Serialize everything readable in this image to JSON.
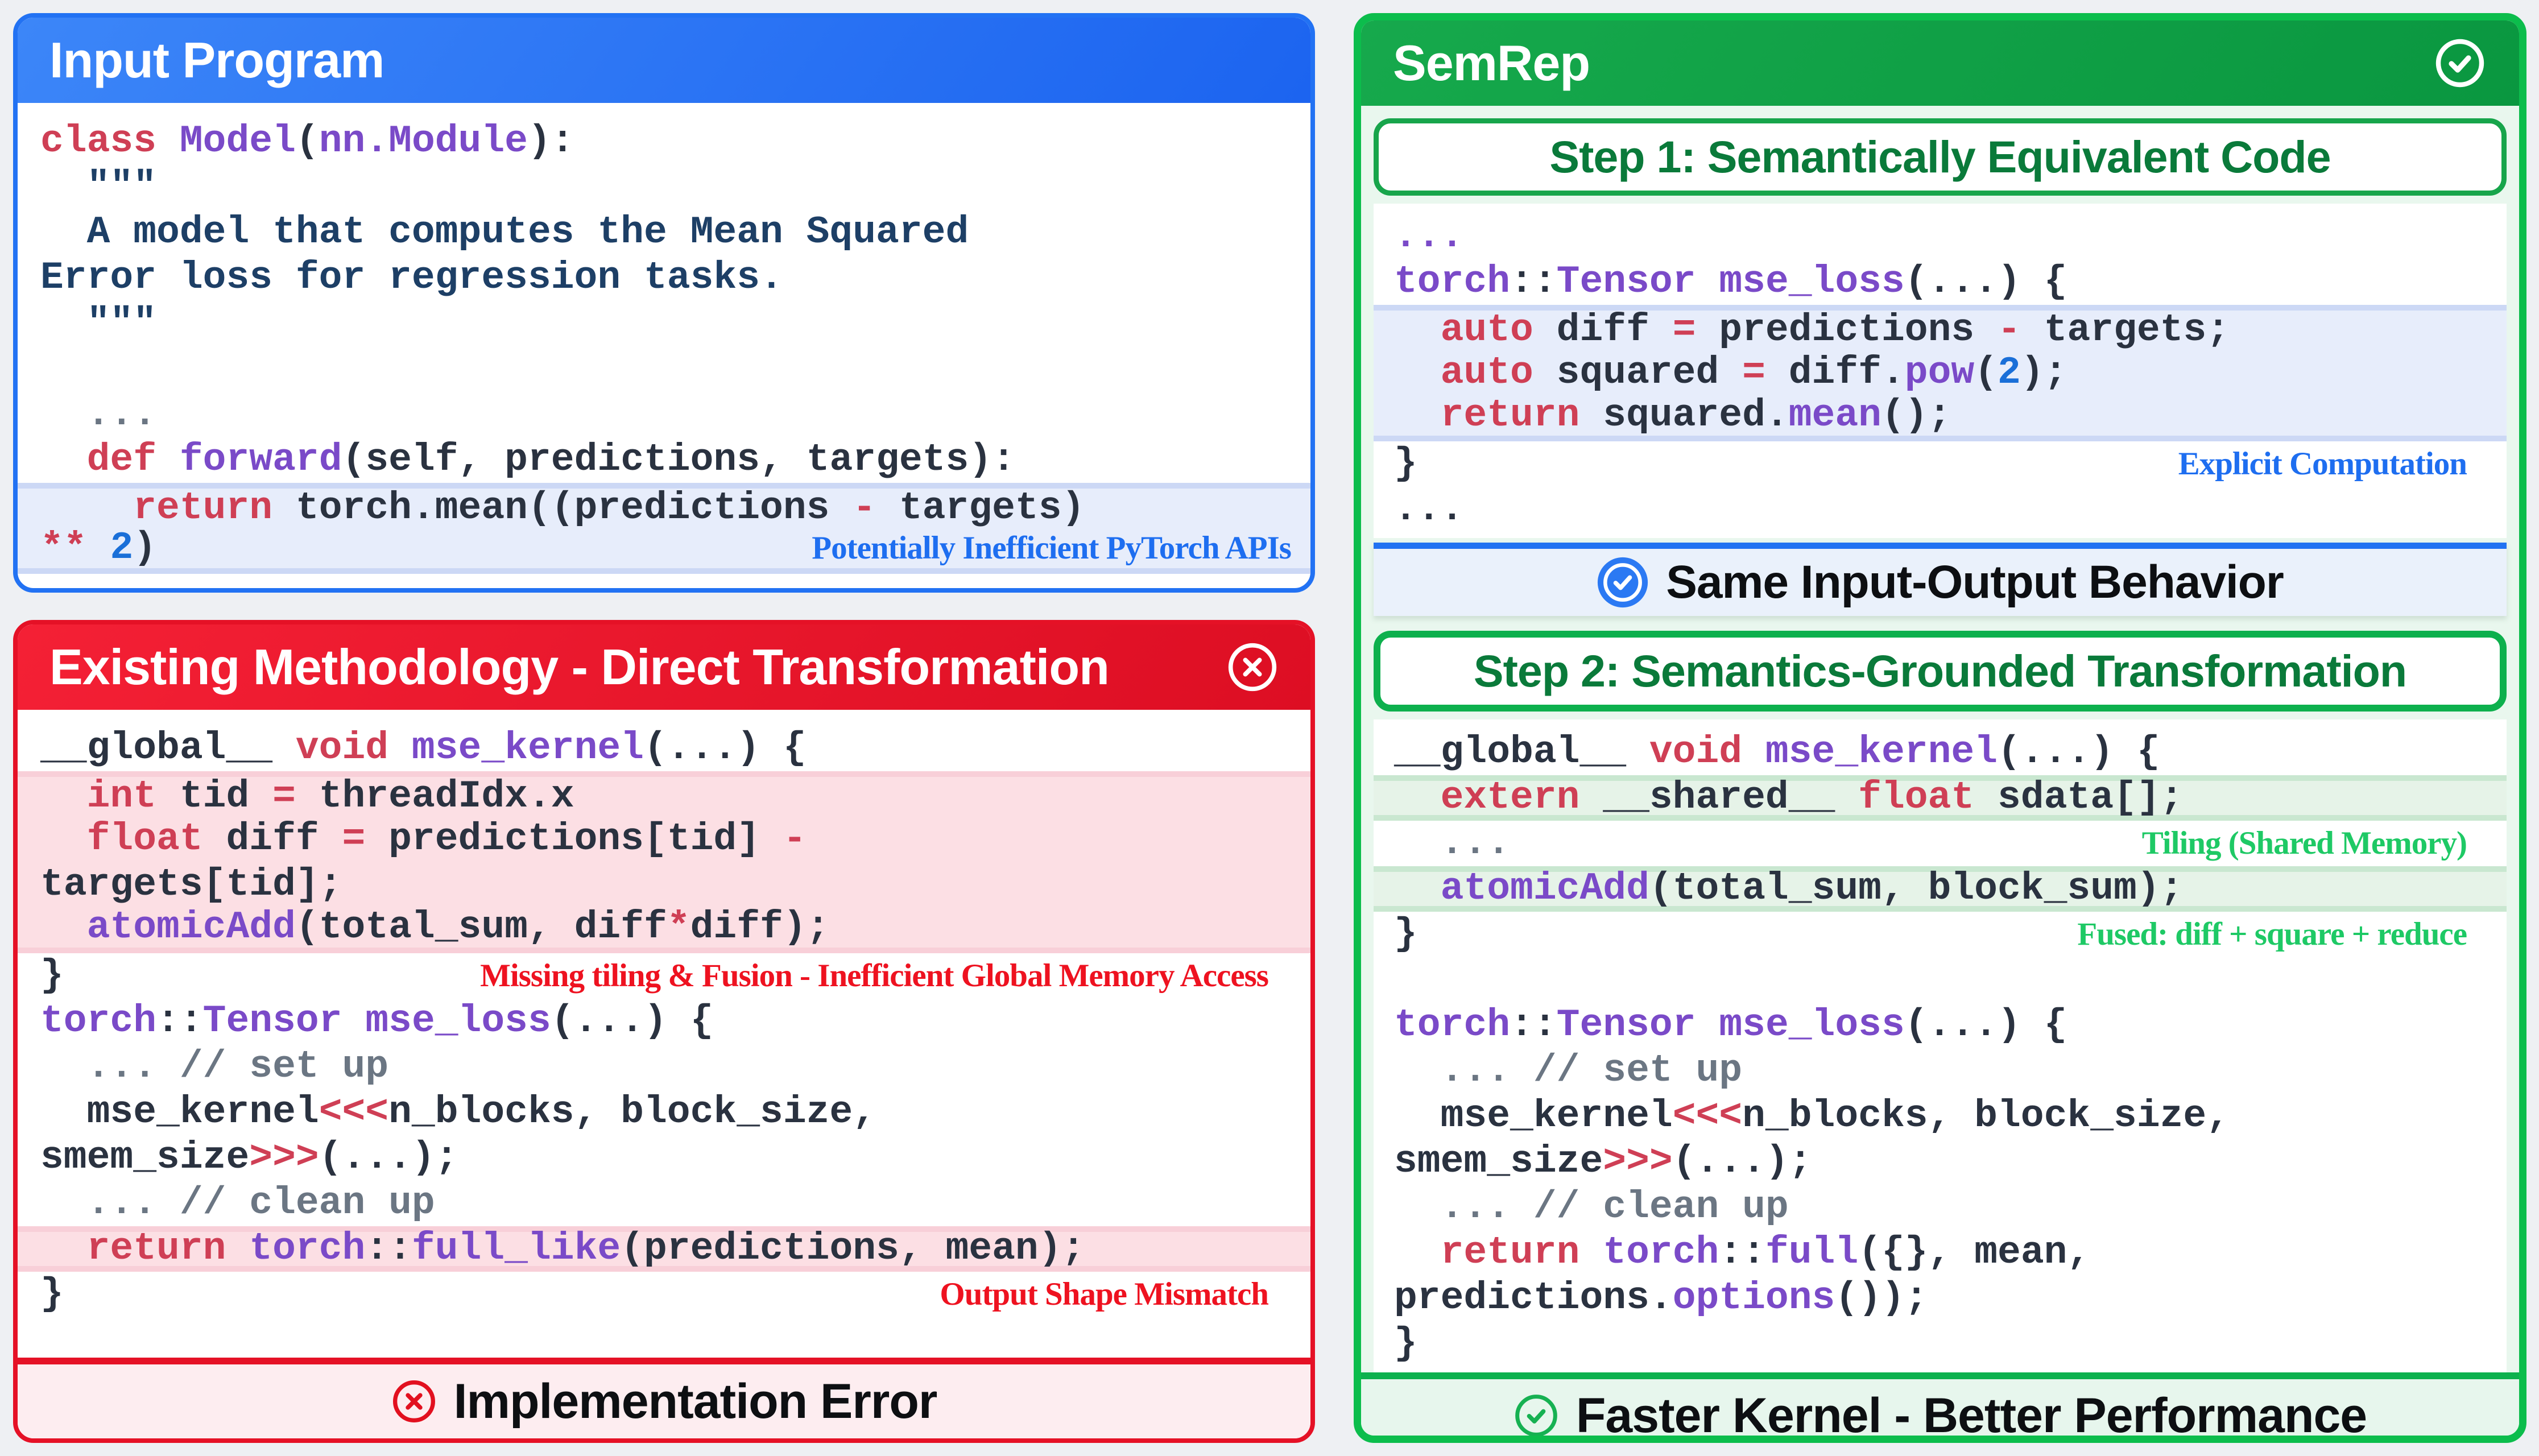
{
  "colors": {
    "accent_blue": "#2272f3",
    "accent_red": "#e51126",
    "accent_green": "#0cbd4c",
    "annotation_blue": "#1e6ef0",
    "annotation_red": "#ee1220",
    "annotation_green": "#1ec965",
    "syntax_keyword": "#cf3f55",
    "syntax_entity": "#7a4ac8",
    "syntax_string": "#1d3f66",
    "syntax_comment": "#6b7683",
    "syntax_number": "#1a6fd8"
  },
  "input_panel": {
    "title": "Input Program",
    "code": [
      {
        "seg": [
          [
            "k",
            "class"
          ],
          [
            "p",
            " "
          ],
          [
            "e",
            "Model"
          ],
          [
            "p",
            "("
          ],
          [
            "e",
            "nn.Module"
          ],
          [
            "p",
            "):"
          ]
        ]
      },
      {
        "seg": [
          [
            "s",
            "  \"\"\""
          ]
        ]
      },
      {
        "seg": [
          [
            "s",
            "  A model that computes the Mean Squared"
          ]
        ]
      },
      {
        "seg": [
          [
            "s",
            "Error loss for regression tasks."
          ]
        ]
      },
      {
        "seg": [
          [
            "s",
            "  \"\"\""
          ]
        ]
      },
      {
        "seg": []
      },
      {
        "seg": [
          [
            "c",
            "  ..."
          ]
        ]
      },
      {
        "seg": [
          [
            "k",
            "  def"
          ],
          [
            "p",
            " "
          ],
          [
            "e",
            "forward"
          ],
          [
            "p",
            "(self, predictions, targets):"
          ]
        ]
      },
      {
        "hl": "blue",
        "seg": [
          [
            "k",
            "    return"
          ],
          [
            "p",
            " torch.mean((predictions "
          ],
          [
            "k",
            "-"
          ],
          [
            "p",
            " targets)"
          ]
        ]
      },
      {
        "hl": "blue",
        "ann": {
          "t": "Potentially Inefficient PyTorch APIs",
          "c": "blue"
        },
        "seg": [
          [
            "k",
            "**"
          ],
          [
            "p",
            " "
          ],
          [
            "n",
            "2"
          ],
          [
            "p",
            ")"
          ]
        ]
      }
    ]
  },
  "existing_panel": {
    "title": "Existing Methodology - Direct Transformation",
    "footer": "Implementation Error",
    "code": [
      {
        "seg": [
          [
            "p",
            "__global__ "
          ],
          [
            "k",
            "void"
          ],
          [
            "p",
            " "
          ],
          [
            "e",
            "mse_kernel"
          ],
          [
            "p",
            "(...) {"
          ]
        ]
      },
      {
        "hl": "red",
        "seg": [
          [
            "k",
            "  int"
          ],
          [
            "p",
            " tid "
          ],
          [
            "k",
            "="
          ],
          [
            "p",
            " threadIdx.x"
          ]
        ]
      },
      {
        "hl": "red",
        "seg": [
          [
            "k",
            "  float"
          ],
          [
            "p",
            " diff "
          ],
          [
            "k",
            "="
          ],
          [
            "p",
            " predictions[tid] "
          ],
          [
            "k",
            "-"
          ]
        ]
      },
      {
        "hl": "red",
        "seg": [
          [
            "p",
            "targets[tid];"
          ]
        ]
      },
      {
        "hl": "red",
        "seg": [
          [
            "p",
            "  "
          ],
          [
            "e",
            "atomicAdd"
          ],
          [
            "p",
            "(total_sum, diff"
          ],
          [
            "k",
            "*"
          ],
          [
            "p",
            "diff);"
          ]
        ]
      },
      {
        "ann": {
          "t": "Missing tiling & Fusion - Inefficient Global Memory Access",
          "c": "red"
        },
        "seg": [
          [
            "p",
            "}"
          ]
        ]
      },
      {
        "seg": [
          [
            "e",
            "torch"
          ],
          [
            "p",
            "::"
          ],
          [
            "e",
            "Tensor"
          ],
          [
            "p",
            " "
          ],
          [
            "e",
            "mse_loss"
          ],
          [
            "p",
            "(...) {"
          ]
        ]
      },
      {
        "seg": [
          [
            "c",
            "  ... // set up"
          ]
        ]
      },
      {
        "seg": [
          [
            "p",
            "  mse_kernel"
          ],
          [
            "k",
            "<<<"
          ],
          [
            "p",
            "n_blocks, block_size,"
          ]
        ]
      },
      {
        "seg": [
          [
            "p",
            "smem_size"
          ],
          [
            "k",
            ">>>"
          ],
          [
            "p",
            "(...);"
          ]
        ]
      },
      {
        "seg": [
          [
            "c",
            "  ... // clean up"
          ]
        ]
      },
      {
        "hl": "red",
        "seg": [
          [
            "k",
            "  return"
          ],
          [
            "p",
            " "
          ],
          [
            "e",
            "torch"
          ],
          [
            "p",
            "::"
          ],
          [
            "e",
            "full_like"
          ],
          [
            "p",
            "(predictions, mean);"
          ]
        ]
      },
      {
        "ann": {
          "t": "Output Shape Mismatch",
          "c": "red"
        },
        "seg": [
          [
            "p",
            "}"
          ]
        ]
      }
    ]
  },
  "semrep_panel": {
    "title": "SemRep",
    "step1_title": "Step 1: Semantically Equivalent Code",
    "bridge_label": "Same Input-Output Behavior",
    "step2_title": "Step 2: Semantics-Grounded Transformation",
    "footer": "Faster Kernel - Better Performance",
    "code_step1": [
      {
        "seg": [
          [
            "e",
            "..."
          ]
        ]
      },
      {
        "seg": [
          [
            "e",
            "torch"
          ],
          [
            "p",
            "::"
          ],
          [
            "e",
            "Tensor"
          ],
          [
            "p",
            " "
          ],
          [
            "e",
            "mse_loss"
          ],
          [
            "p",
            "(...) {"
          ]
        ]
      },
      {
        "hl": "blue",
        "seg": [
          [
            "k",
            "  auto"
          ],
          [
            "p",
            " diff "
          ],
          [
            "k",
            "="
          ],
          [
            "p",
            " predictions "
          ],
          [
            "k",
            "-"
          ],
          [
            "p",
            " targets;"
          ]
        ]
      },
      {
        "hl": "blue",
        "seg": [
          [
            "k",
            "  auto"
          ],
          [
            "p",
            " squared "
          ],
          [
            "k",
            "="
          ],
          [
            "p",
            " diff."
          ],
          [
            "e",
            "pow"
          ],
          [
            "p",
            "("
          ],
          [
            "n",
            "2"
          ],
          [
            "p",
            ");"
          ]
        ]
      },
      {
        "hl": "blue",
        "seg": [
          [
            "k",
            "  return"
          ],
          [
            "p",
            " squared."
          ],
          [
            "e",
            "mean"
          ],
          [
            "p",
            "();"
          ]
        ]
      },
      {
        "ann": {
          "t": "Explicit Computation",
          "c": "blue"
        },
        "seg": [
          [
            "p",
            "}"
          ]
        ]
      },
      {
        "seg": [
          [
            "p",
            "..."
          ]
        ]
      }
    ],
    "code_step2": [
      {
        "seg": [
          [
            "p",
            "__global__ "
          ],
          [
            "k",
            "void"
          ],
          [
            "p",
            " "
          ],
          [
            "e",
            "mse_kernel"
          ],
          [
            "p",
            "(...) {"
          ]
        ]
      },
      {
        "hl": "green",
        "seg": [
          [
            "k",
            "  extern"
          ],
          [
            "p",
            " __shared__ "
          ],
          [
            "k",
            "float"
          ],
          [
            "p",
            " sdata[];"
          ]
        ]
      },
      {
        "ann": {
          "t": "Tiling (Shared Memory)",
          "c": "green"
        },
        "seg": [
          [
            "c",
            "  ..."
          ]
        ]
      },
      {
        "hl": "green",
        "seg": [
          [
            "p",
            "  "
          ],
          [
            "e",
            "atomicAdd"
          ],
          [
            "p",
            "(total_sum, block_sum);"
          ]
        ]
      },
      {
        "ann": {
          "t": "Fused: diff + square + reduce",
          "c": "green"
        },
        "seg": [
          [
            "p",
            "}"
          ]
        ]
      },
      {
        "seg": []
      },
      {
        "seg": [
          [
            "e",
            "torch"
          ],
          [
            "p",
            "::"
          ],
          [
            "e",
            "Tensor"
          ],
          [
            "p",
            " "
          ],
          [
            "e",
            "mse_loss"
          ],
          [
            "p",
            "(...) {"
          ]
        ]
      },
      {
        "seg": [
          [
            "c",
            "  ... // set up"
          ]
        ]
      },
      {
        "seg": [
          [
            "p",
            "  mse_kernel"
          ],
          [
            "k",
            "<<<"
          ],
          [
            "p",
            "n_blocks, block_size,"
          ]
        ]
      },
      {
        "seg": [
          [
            "p",
            "smem_size"
          ],
          [
            "k",
            ">>>"
          ],
          [
            "p",
            "(...);"
          ]
        ]
      },
      {
        "seg": [
          [
            "c",
            "  ... // clean up"
          ]
        ]
      },
      {
        "seg": [
          [
            "k",
            "  return"
          ],
          [
            "p",
            " "
          ],
          [
            "e",
            "torch"
          ],
          [
            "p",
            "::"
          ],
          [
            "e",
            "full"
          ],
          [
            "p",
            "({}, mean,"
          ]
        ]
      },
      {
        "seg": [
          [
            "p",
            "predictions."
          ],
          [
            "e",
            "options"
          ],
          [
            "p",
            "());"
          ]
        ]
      },
      {
        "seg": [
          [
            "p",
            "}"
          ]
        ]
      }
    ]
  }
}
